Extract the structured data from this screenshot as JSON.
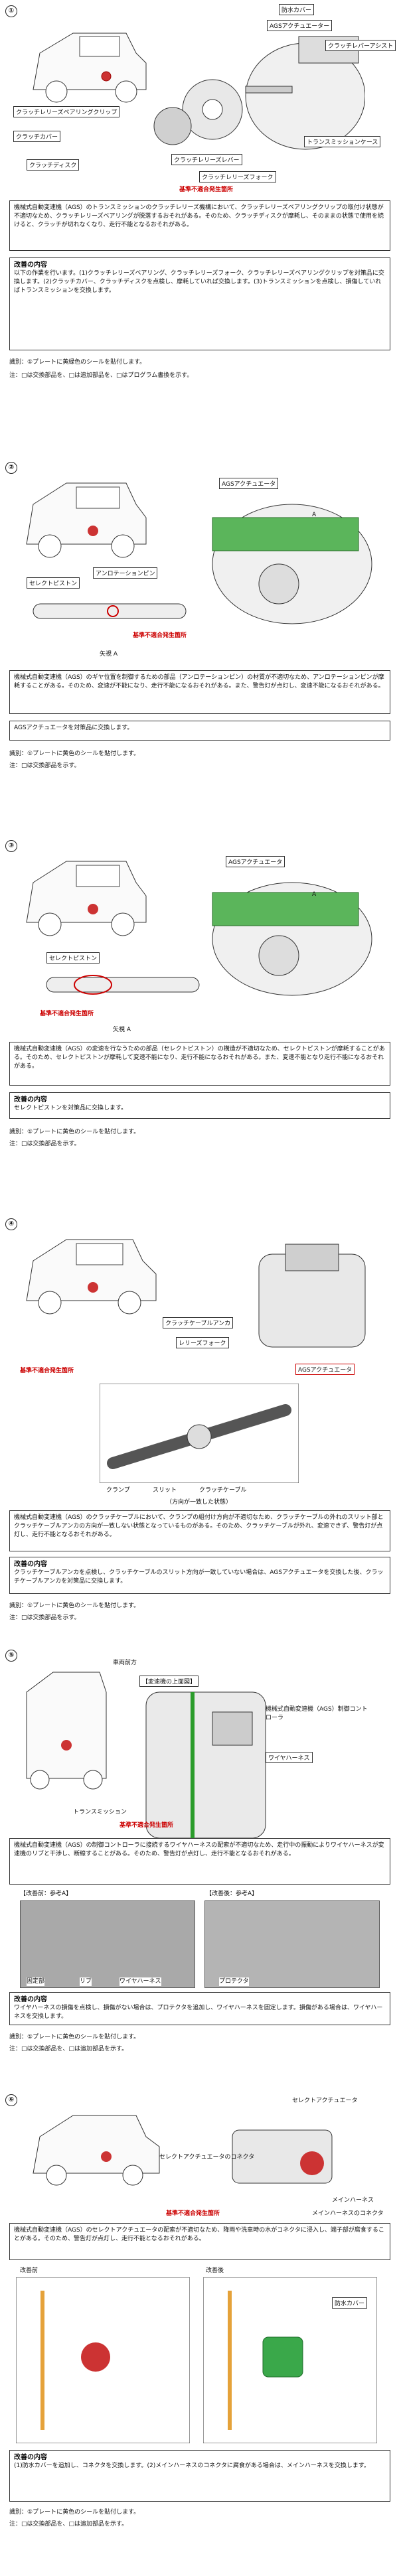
{
  "s1": {
    "num": "①",
    "labels": {
      "dust_cover": "防水カバー",
      "ags_actuator": "AGSアクチュエーター",
      "clutch_lever_assist": "クラッチレバーアシスト",
      "release_bearing_clip": "クラッチレリーズベアリングクリップ",
      "clutch_cover": "クラッチカバー",
      "transmission": "トランスミッションケース",
      "clutch_release_lever": "クラッチレリーズレバー",
      "clutch_release_fork": "クラッチレリーズフォーク",
      "clutch_disc": "クラッチディスク",
      "defect": "基準不適合発生箇所"
    },
    "desc": "機械式自動変速機（AGS）のトランスミッションのクラッチレリーズ機構において、クラッチレリーズベアリングクリップの取付け状態が不適切なため、クラッチレリーズベアリングが脱落するおそれがある。そのため、クラッチディスクが摩耗し、そのままの状態で使用を続けると、クラッチが切れなくなり、走行不能となるおそれがある。",
    "fix_title": "改善の内容",
    "fix": "以下の作業を行います。(1)クラッチレリーズベアリング、クラッチレリーズフォーク、クラッチレリーズベアリングクリップを対策品に交換します。(2)クラッチカバー、クラッチディスクを点検し、摩耗していれば交換します。(3)トランスミッションを点検し、損傷していればトランスミッションを交換します。",
    "marking": "識別：①プレートに黄緑色のシールを貼付します。",
    "marking_legend": "注：□は交換部品を、□は追加部品を、□はプログラム書換を示す。"
  },
  "s2": {
    "num": "②",
    "labels": {
      "ags_actuator": "AGSアクチュエータ",
      "select_piston": "セレクトピストン",
      "anchor_pin": "アンロテーションピン",
      "defect": "基準不適合発生箇所",
      "view_a": "矢視 A",
      "a": "A"
    },
    "desc": "機械式自動変速機（AGS）のギヤ位置を制御するための部品（アンロテーションピン）の材質が不適切なため、アンロテーションピンが摩耗することがある。そのため、変速が不能になり、走行不能になるおそれがある。また、警告灯が点灯し、変速不能になるおそれがある。",
    "fix": "AGSアクチュエータを対策品に交換します。",
    "marking": "識別：①プレートに黄色のシールを貼付します。",
    "marking_legend": "注：□は交換部品を示す。"
  },
  "s3": {
    "num": "③",
    "labels": {
      "ags_actuator": "AGSアクチュエータ",
      "select_piston": "セレクトピストン",
      "defect": "基準不適合発生箇所",
      "view_a": "矢視 A",
      "a": "A"
    },
    "desc": "機械式自動変速機（AGS）の変速を行なうための部品（セレクトピストン）の構造が不適切なため、セレクトピストンが摩耗することがある。そのため、セレクトピストンが摩耗して変速不能になり、走行不能になるおそれがある。また、変速不能となり走行不能になるおそれがある。",
    "fix_title": "改善の内容",
    "fix": "セレクトピストンを対策品に交換します。",
    "marking": "識別：①プレートに黄色のシールを貼付します。",
    "marking_legend": "注：□は交換部品を示す。"
  },
  "s4": {
    "num": "④",
    "labels": {
      "defect": "基準不適合発生箇所",
      "clutch_cable_anchor": "クラッチケーブルアンカ",
      "release_fork": "レリーズフォーク",
      "ags_actuator": "AGSアクチュエータ",
      "clamp": "クランプ",
      "slit": "スリット",
      "clutch_cable": "クラッチケーブル",
      "direction": "（方向が一致した状態）"
    },
    "desc": "機械式自動変速機（AGS）のクラッチケーブルにおいて、クランプの組付け方向が不適切なため、クラッチケーブルの外れのスリット部とクラッチケーブルアンカの方向が一致しない状態となっているものがある。そのため、クラッチケーブルが外れ、変速できず、警告灯が点灯し、走行不能となるおそれがある。",
    "fix_title": "改善の内容",
    "fix": "クラッチケーブルアンカを点検し、クラッチケーブルのスリット方向が一致していない場合は、AGSアクチュエータを交換した後、クラッチケーブルアンカを対策品に交換します。",
    "marking": "識別：①プレートに黄色のシールを貼付します。",
    "marking_legend": "注：□は交換部品を示す。"
  },
  "s5": {
    "num": "⑤",
    "labels": {
      "front": "車両前方",
      "ags_top": "【変速機の上面図】",
      "ags_ctrl": "機械式自動変速機（AGS）制御コントローラ",
      "wire": "ワイヤハーネス",
      "transmission": "トランスミッション",
      "defect": "基準不適合発生箇所",
      "before": "【改善前：参考A】",
      "after": "【改善後：参考A】",
      "clamp_before": "固定部",
      "rib": "リブ",
      "harness": "ワイヤハーネス",
      "protector": "プロテクタ"
    },
    "desc": "機械式自動変速機（AGS）の制御コントローラに接続するワイヤハーネスの配索が不適切なため、走行中の振動によりワイヤハーネスが変速機のリブと干渉し、断線することがある。そのため、警告灯が点灯し、走行不能となるおそれがある。",
    "fix_title": "改善の内容",
    "fix": "ワイヤハーネスの損傷を点検し、損傷がない場合は、プロテクタを追加し、ワイヤハーネスを固定します。損傷がある場合は、ワイヤハーネスを交換します。",
    "marking": "識別：①プレートに黄色のシールを貼付します。",
    "marking_legend": "注：□は交換部品を、□は追加部品を示す。"
  },
  "s6": {
    "num": "⑥",
    "labels": {
      "select_actuator": "セレクトアクチュエータ",
      "connector": "セレクトアクチュエータのコネクタ",
      "waterproof": "防水カバー",
      "main_harness": "メインハーネス",
      "main_connector": "メインハーネスのコネクタ",
      "defect": "基準不適合発生箇所",
      "before": "改善前",
      "after": "改善後"
    },
    "desc": "機械式自動変速機（AGS）のセレクトアクチュエータの配索が不適切なため、降雨や洗車時の水がコネクタに浸入し、端子部が腐食することがある。そのため、警告灯が点灯し、走行不能となるおそれがある。",
    "fix_title": "改善の内容",
    "fix": "(1)防水カバーを追加し、コネクタを交換します。(2)メインハーネスのコネクタに腐食がある場合は、メインハーネスを交換します。",
    "marking": "識別：①プレートに黄色のシールを貼付します。",
    "marking_legend": "注：□は交換部品を、□は追加部品を示す。"
  }
}
